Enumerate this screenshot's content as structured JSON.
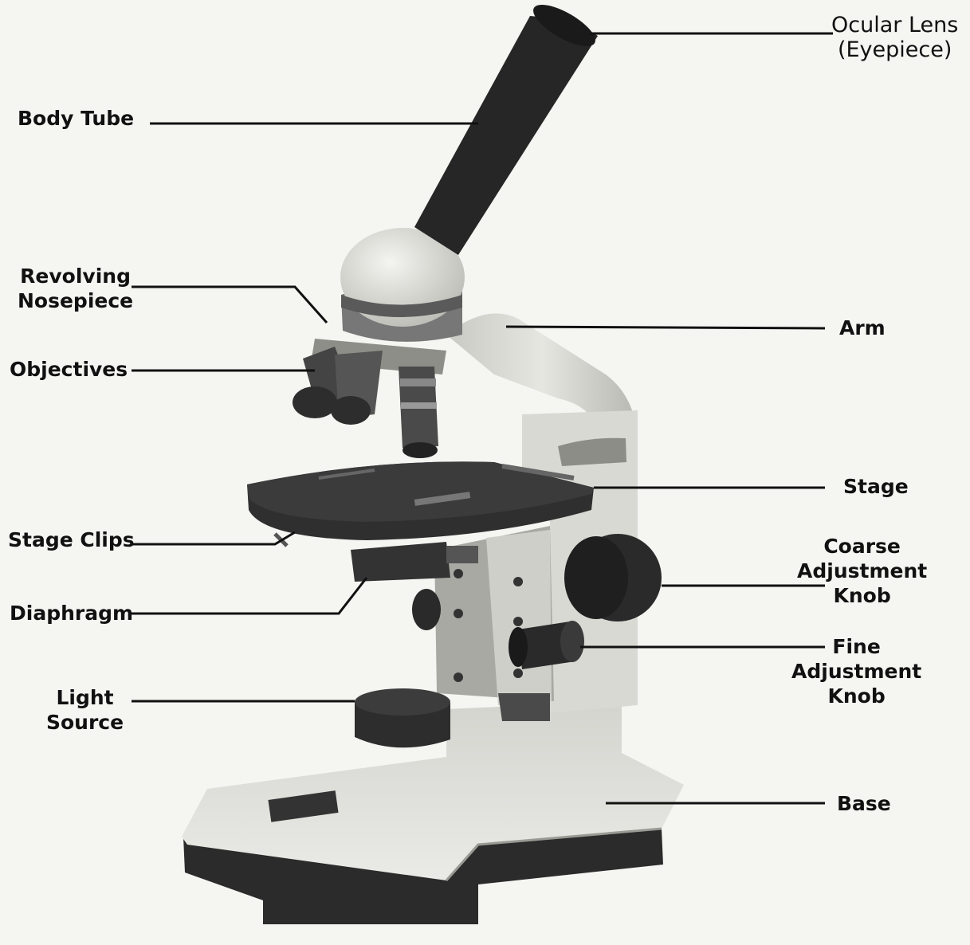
{
  "labels": {
    "ocular_lens": [
      "Ocular Lens",
      "(Eyepiece)"
    ],
    "body_tube": "Body Tube",
    "revolving_nosepiece": [
      "Revolving",
      "Nosepiece"
    ],
    "objectives": "Objectives",
    "arm": "Arm",
    "stage": "Stage",
    "stage_clips": "Stage Clips",
    "coarse_adjustment_knob": [
      "Coarse",
      "Adjustment",
      "Knob"
    ],
    "diaphragm": "Diaphragm",
    "fine_adjustment_knob": [
      "Fine",
      "Adjustment",
      "Knob"
    ],
    "light_source": [
      "Light",
      "Source"
    ],
    "base": "Base"
  }
}
